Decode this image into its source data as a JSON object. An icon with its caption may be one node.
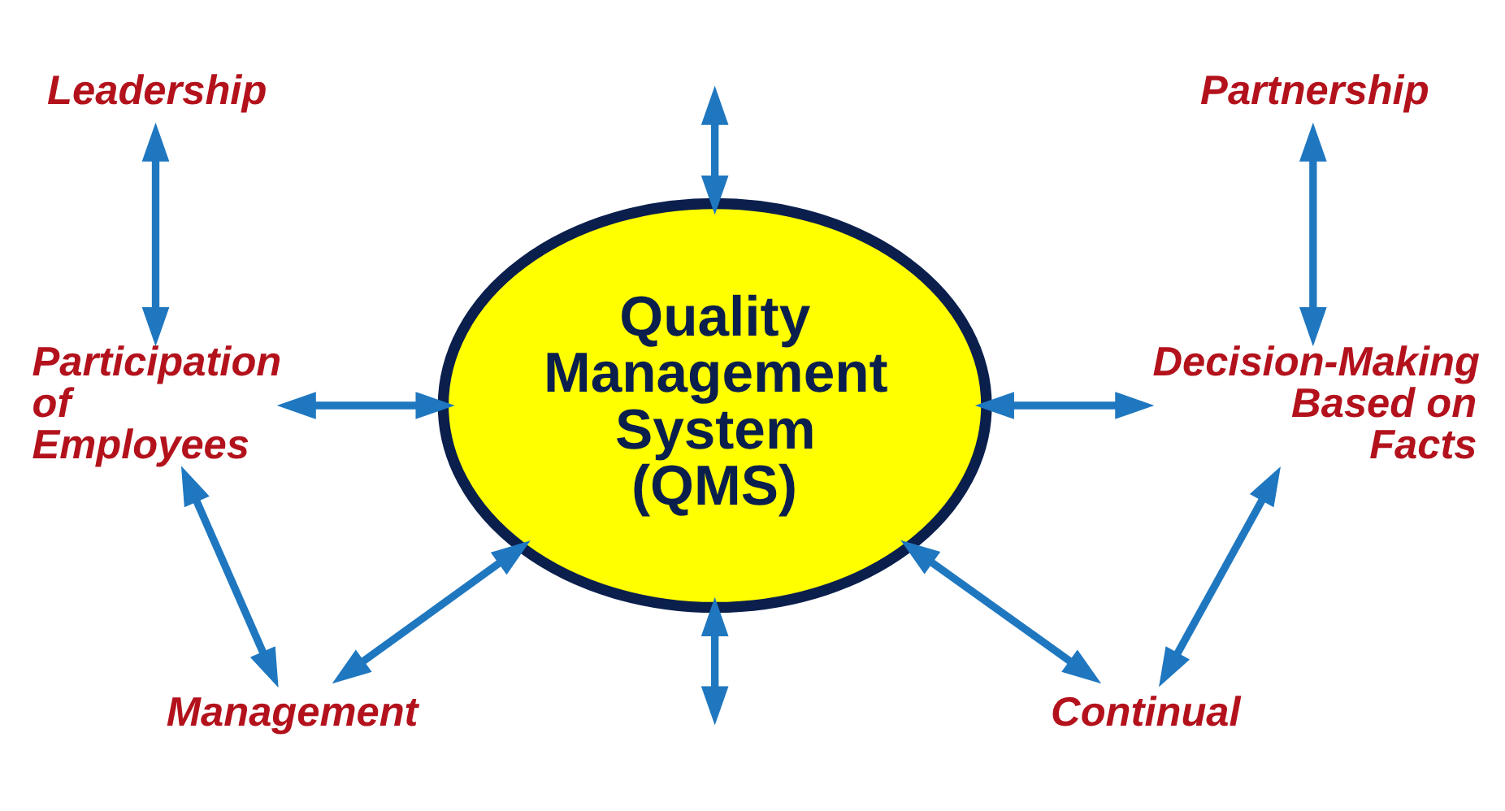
{
  "diagram": {
    "nodes": [
      {
        "text": [
          "Leadership"
        ]
      },
      {
        "text": [
          "Partnership"
        ]
      },
      {
        "text": [
          "Quality Management System (QMS)"
        ]
      },
      {
        "text": [
          "Participation of Employees"
        ]
      },
      {
        "text": [
          "Decision-Making Based on Facts"
        ]
      },
      {
        "text": [
          "Management"
        ]
      },
      {
        "text": [
          "Continual"
        ]
      }
    ],
    "edges": [
      {
        "from": 0,
        "to": 3,
        "arrow": "both"
      },
      {
        "from": null,
        "to": 2,
        "arrow": "both"
      },
      {
        "from": 1,
        "to": 4,
        "arrow": "both"
      },
      {
        "from": 3,
        "to": 2,
        "arrow": "both"
      },
      {
        "from": 2,
        "to": 4,
        "arrow": "both"
      },
      {
        "from": 3,
        "to": 5,
        "arrow": "both"
      },
      {
        "from": 4,
        "to": 6,
        "arrow": "both"
      },
      {
        "from": 2,
        "to": 5,
        "arrow": "both"
      },
      {
        "from": 2,
        "to": null,
        "arrow": "both"
      },
      {
        "from": 2,
        "to": 6,
        "arrow": "both"
      }
    ]
  }
}
